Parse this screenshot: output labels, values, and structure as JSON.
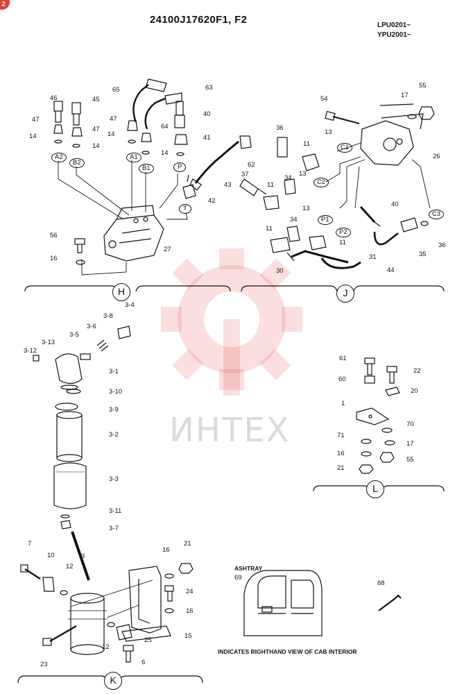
{
  "header": {
    "title": "24100J17620F1, F2",
    "serial_1": "LPU0201~",
    "serial_2": "YPU2001~",
    "page_badge": "2"
  },
  "watermark": {
    "text": "ИНТЕХ"
  },
  "sections": {
    "H": "H",
    "J": "J",
    "L": "L",
    "K": "K"
  },
  "callouts": {
    "A2": "A2",
    "B2": "B2",
    "A1": "A1",
    "B1": "B1",
    "P": "P",
    "T": "T",
    "C1": "C1",
    "C2": "C2",
    "C3": "C3",
    "P1": "P1",
    "P2": "P2"
  },
  "labels": {
    "h": [
      "46",
      "45",
      "65",
      "63",
      "47",
      "47",
      "47",
      "40",
      "14",
      "14",
      "64",
      "41",
      "14",
      "14",
      "62",
      "43",
      "42",
      "56",
      "16",
      "27"
    ],
    "j": [
      "17",
      "55",
      "54",
      "36",
      "13",
      "11",
      "26",
      "37",
      "11",
      "34",
      "13",
      "13",
      "40",
      "34",
      "11",
      "11",
      "36",
      "35",
      "44",
      "30",
      "31"
    ],
    "filter": [
      "3-4",
      "3-8",
      "3-6",
      "3-5",
      "3-12",
      "3-13",
      "3-1",
      "3-10",
      "3-9",
      "3-2",
      "3-3",
      "3-11",
      "3-7",
      "3"
    ],
    "l": [
      "61",
      "22",
      "60",
      "20",
      "1",
      "70",
      "71",
      "17",
      "16",
      "55",
      "21"
    ],
    "k": [
      "7",
      "10",
      "12",
      "21",
      "16",
      "24",
      "16",
      "15",
      "25",
      "12",
      "23",
      "6",
      "68",
      "69"
    ]
  },
  "ashtray_label": "ASHTRAY",
  "cab_caption": "INDICATES RIGHTHAND VIEW OF CAB INTERIOR"
}
